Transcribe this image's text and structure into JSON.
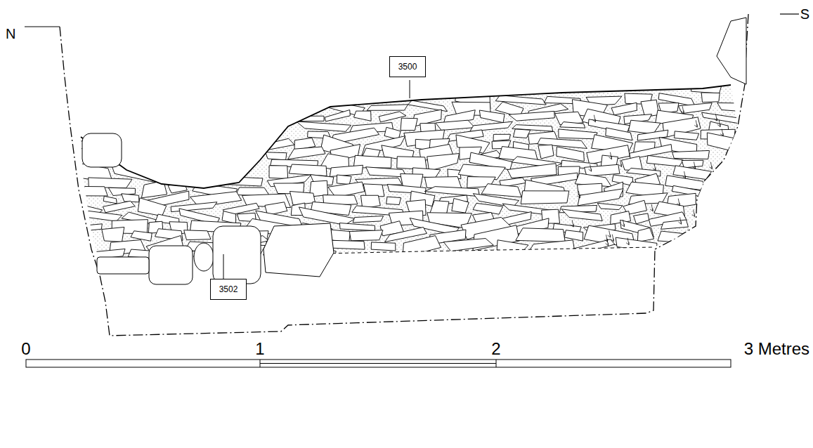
{
  "diagram": {
    "nodes": [
      {
        "text": [
          "3500"
        ]
      },
      {
        "text": [
          "3502"
        ]
      }
    ],
    "labels": [
      "N",
      "S",
      "0",
      "1",
      "2",
      "3 Metres"
    ]
  }
}
